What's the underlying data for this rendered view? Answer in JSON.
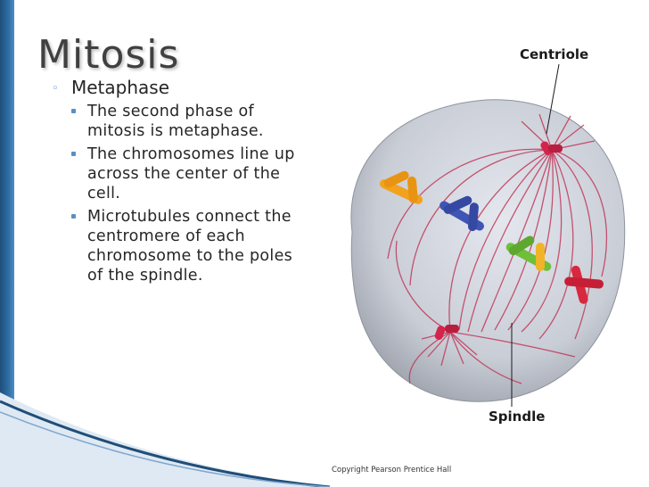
{
  "slide": {
    "title": "Mitosis",
    "level1_text": "Metaphase",
    "bullets": [
      "The second phase of mitosis is metaphase.",
      "The chromosomes line up across the center of the cell.",
      "Microtubules connect the centromere of each chromosome to the poles of the spindle."
    ]
  },
  "diagram": {
    "label_centriole": "Centriole",
    "label_spindle": "Spindle",
    "colors": {
      "cell": "#c9cdd6",
      "fibers": "#c0395a",
      "centriole": "#d3244a",
      "chromosome_orange": "#f2a21c",
      "chromosome_blue": "#3f55b5",
      "chromosome_green": "#6fbf3a",
      "chromosome_red": "#d8283e"
    }
  },
  "footer": {
    "copyright": "Copyright Pearson Prentice Hall"
  },
  "theme": {
    "accent": "#2e6ea6",
    "bullet_color": "#5a8fc2"
  }
}
